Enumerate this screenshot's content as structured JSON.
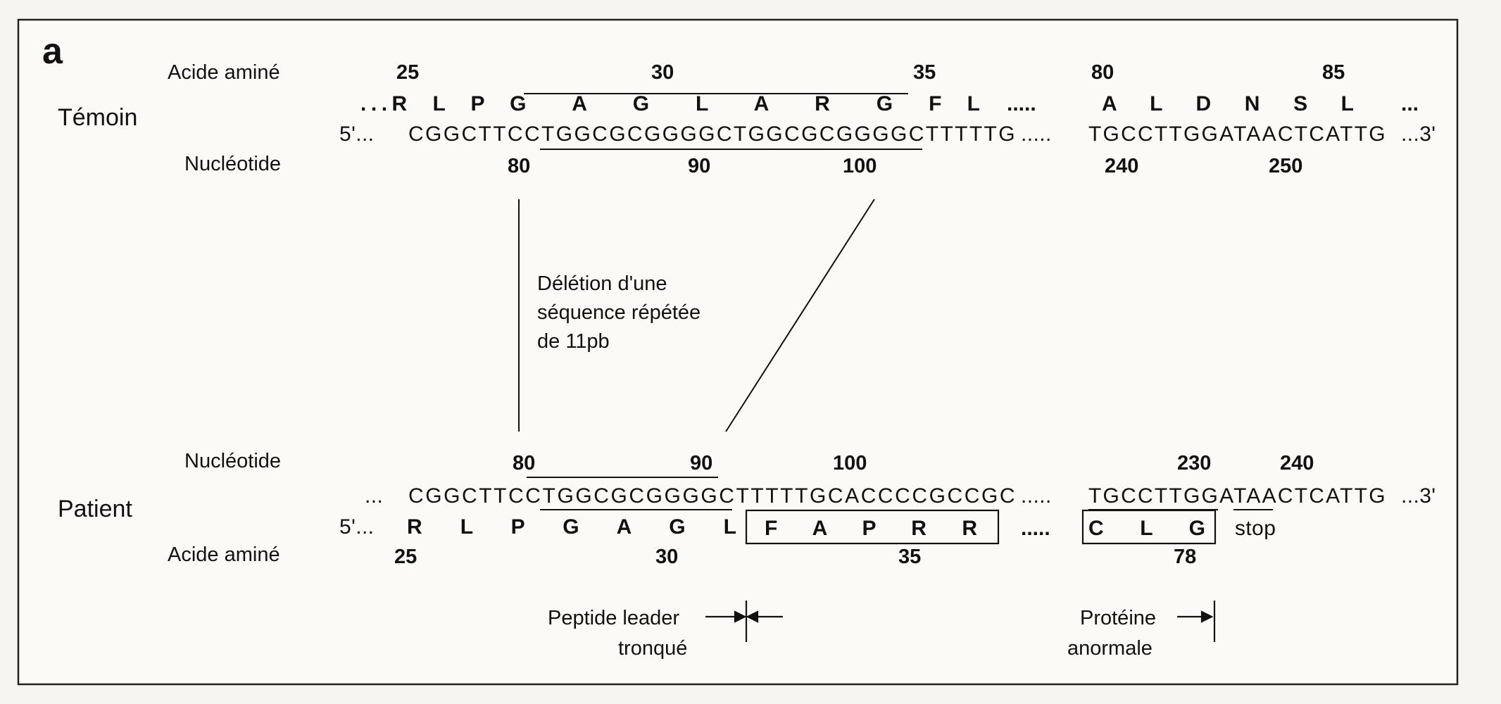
{
  "panel_letter": "a",
  "temoin": {
    "label": "Témoin",
    "amino_label": "Acide aminé",
    "nucleotide_label": "Nucléotide",
    "aa_numbers": [
      "25",
      "30",
      "35",
      "80",
      "85"
    ],
    "aa_left": "...R  L  P  G    A    G    L    A    R    G   F  L",
    "aa_right_dots": ".....",
    "aa_right": "A   L   D   N   S   L",
    "aa_end": "...",
    "seq_prefix": "5'...",
    "seq_left": "CGGCTTCCTGGCGCGGGGCTGGCGCGGGGCTTTTTG",
    "seq_dots": ".....",
    "seq_right": "TGCCTTGGATAACTCATTG",
    "seq_suffix": "...3'",
    "nt_numbers": [
      "80",
      "90",
      "100",
      "240",
      "250"
    ]
  },
  "deletion_note": [
    "Délétion d'une",
    "séquence répétée",
    "de 11pb"
  ],
  "patient": {
    "label": "Patient",
    "nucleotide_label": "Nucléotide",
    "amino_label": "Acide aminé",
    "nt_numbers": [
      "80",
      "90",
      "100",
      "230",
      "240"
    ],
    "seq_prefix": "...",
    "seq_left": "CGGCTTCCTGGCGCGGGGCTTTTTGCACCCCGCCGC",
    "seq_dots": ".....",
    "seq_right": "TGCCTTGGATAACTCATTG",
    "seq_suffix": "...3'",
    "aa_prefix": "5'...",
    "aa_left": "R   L   P   G   A   G   L",
    "aa_box1": "F   A   P   R   R",
    "aa_dots": ".....",
    "aa_box2": "C   L   G",
    "aa_stop": "stop",
    "aa_numbers": [
      "25",
      "30",
      "35",
      "78"
    ]
  },
  "annotations": {
    "leader_line1": "Peptide leader",
    "leader_line2": "tronqué",
    "protein_line1": "Protéine",
    "protein_line2": "anormale"
  }
}
